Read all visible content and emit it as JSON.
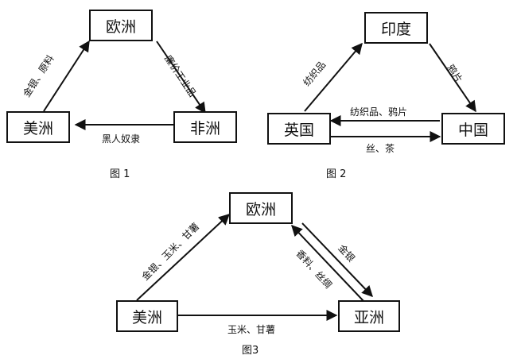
{
  "figure1": {
    "nodes": {
      "europe": "欧洲",
      "america": "美洲",
      "africa": "非洲"
    },
    "edges": {
      "america_to_europe": "金银、原料",
      "europe_to_africa": "廉价工业品",
      "africa_to_america": "黑人奴隶"
    },
    "caption": "图 1"
  },
  "figure2": {
    "nodes": {
      "india": "印度",
      "britain": "英国",
      "china": "中国"
    },
    "edges": {
      "britain_to_india": "纺织品",
      "india_to_china": "鸦片",
      "china_to_britain_label": "纺织品、鸦片",
      "britain_to_china_label": "丝、茶"
    },
    "caption": "图 2"
  },
  "figure3": {
    "nodes": {
      "europe": "欧洲",
      "america": "美洲",
      "asia": "亚洲"
    },
    "edges": {
      "america_to_europe": "金银、玉米、甘薯",
      "europe_to_asia": "金银",
      "asia_to_europe": "香料、丝绸",
      "america_to_asia": "玉米、甘薯"
    },
    "caption": "图3"
  }
}
